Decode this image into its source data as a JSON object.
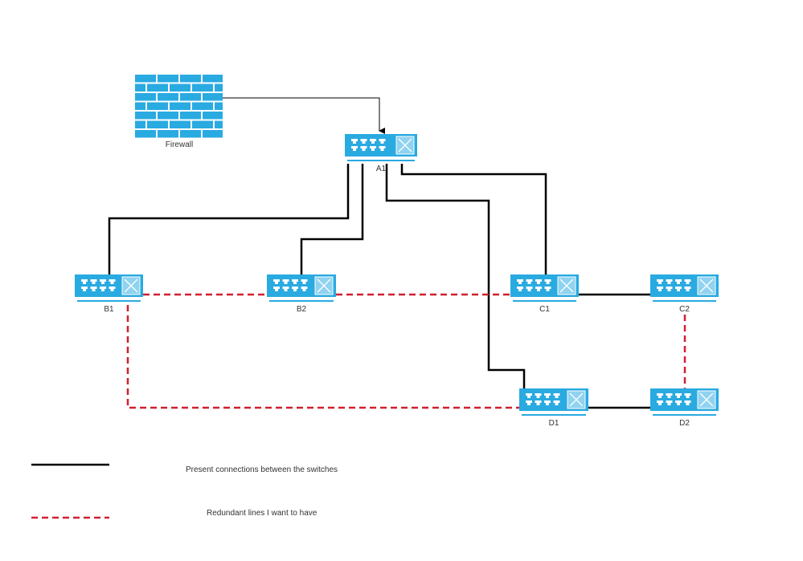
{
  "diagram": {
    "colors": {
      "device": "#29aae1",
      "device_panel": "#8fd3f0",
      "present_line": "#000000",
      "redundant_line": "#d0202e",
      "label_text": "#333333"
    },
    "firewall": {
      "id": "firewall",
      "label": "Firewall"
    },
    "switches": [
      {
        "id": "A1",
        "label": "A1"
      },
      {
        "id": "B1",
        "label": "B1"
      },
      {
        "id": "B2",
        "label": "B2"
      },
      {
        "id": "C1",
        "label": "C1"
      },
      {
        "id": "C2",
        "label": "C2"
      },
      {
        "id": "D1",
        "label": "D1"
      },
      {
        "id": "D2",
        "label": "D2"
      }
    ],
    "connections": [
      {
        "from": "firewall",
        "to": "A1",
        "type": "arrow"
      },
      {
        "from": "A1",
        "to": "B1",
        "type": "present"
      },
      {
        "from": "A1",
        "to": "B2",
        "type": "present"
      },
      {
        "from": "A1",
        "to": "C1",
        "type": "present"
      },
      {
        "from": "A1",
        "to": "D1",
        "type": "present"
      },
      {
        "from": "C1",
        "to": "C2",
        "type": "present"
      },
      {
        "from": "D1",
        "to": "D2",
        "type": "present"
      },
      {
        "from": "B1",
        "to": "C1",
        "type": "redundant",
        "via": "B2"
      },
      {
        "from": "B1",
        "to": "D1",
        "type": "redundant"
      },
      {
        "from": "C2",
        "to": "D2",
        "type": "redundant"
      }
    ],
    "legend": [
      {
        "type": "present",
        "label": "Present connections between the switches"
      },
      {
        "type": "redundant",
        "label": "Redundant lines I want to have"
      }
    ]
  }
}
